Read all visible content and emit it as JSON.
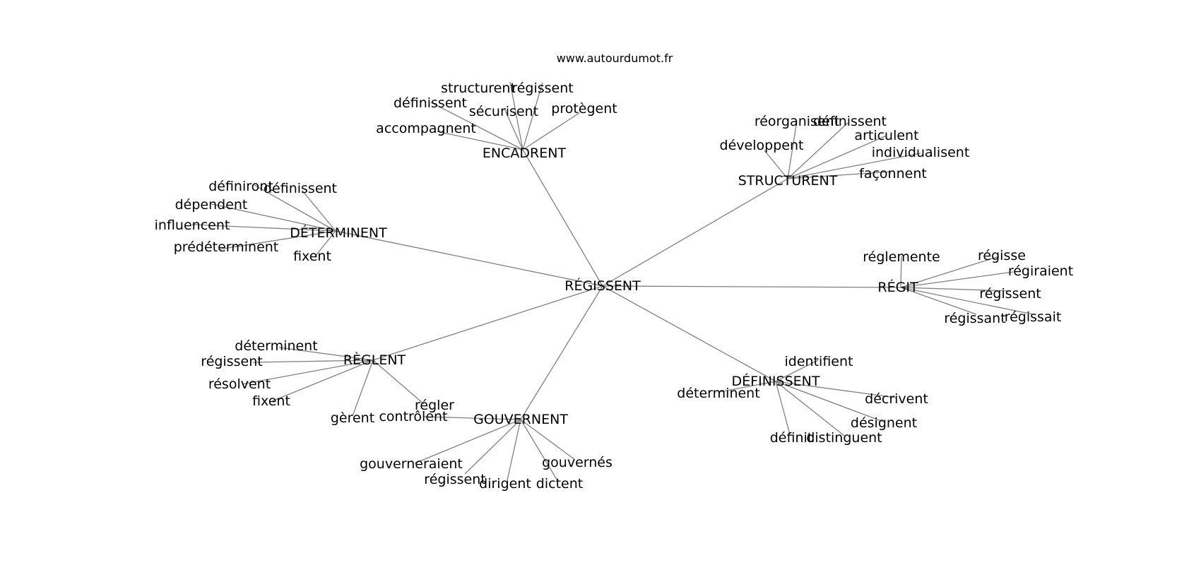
{
  "site_url": "www.autourdumot.fr",
  "center": "RÉGISSENT",
  "clusters": [
    {
      "label": "ENCADRENT",
      "children": [
        "structurent",
        "régissent",
        "définissent",
        "sécurisent",
        "protègent",
        "accompagnent"
      ]
    },
    {
      "label": "STRUCTURENT",
      "children": [
        "réorganisent",
        "définissent",
        "développent",
        "articulent",
        "individualisent",
        "façonnent"
      ]
    },
    {
      "label": "DÉTERMINENT",
      "children": [
        "définiront",
        "définissent",
        "dépendent",
        "influencent",
        "prédéterminent",
        "fixent"
      ]
    },
    {
      "label": "RÉGIT",
      "children": [
        "réglemente",
        "régisse",
        "régiraient",
        "régissent",
        "régissant",
        "régissait"
      ]
    },
    {
      "label": "RÈGLENT",
      "children": [
        "déterminent",
        "régissent",
        "résolvent",
        "fixent",
        "gèrent",
        "régler"
      ]
    },
    {
      "label": "GOUVERNENT",
      "children": [
        "contrôlent",
        "gouverneraient",
        "régissent",
        "dirigent",
        "dictent",
        "gouvernés"
      ]
    },
    {
      "label": "DÉFINISSENT",
      "children": [
        "identifient",
        "déterminent",
        "décrivent",
        "désignent",
        "définit",
        "distinguent"
      ]
    }
  ]
}
